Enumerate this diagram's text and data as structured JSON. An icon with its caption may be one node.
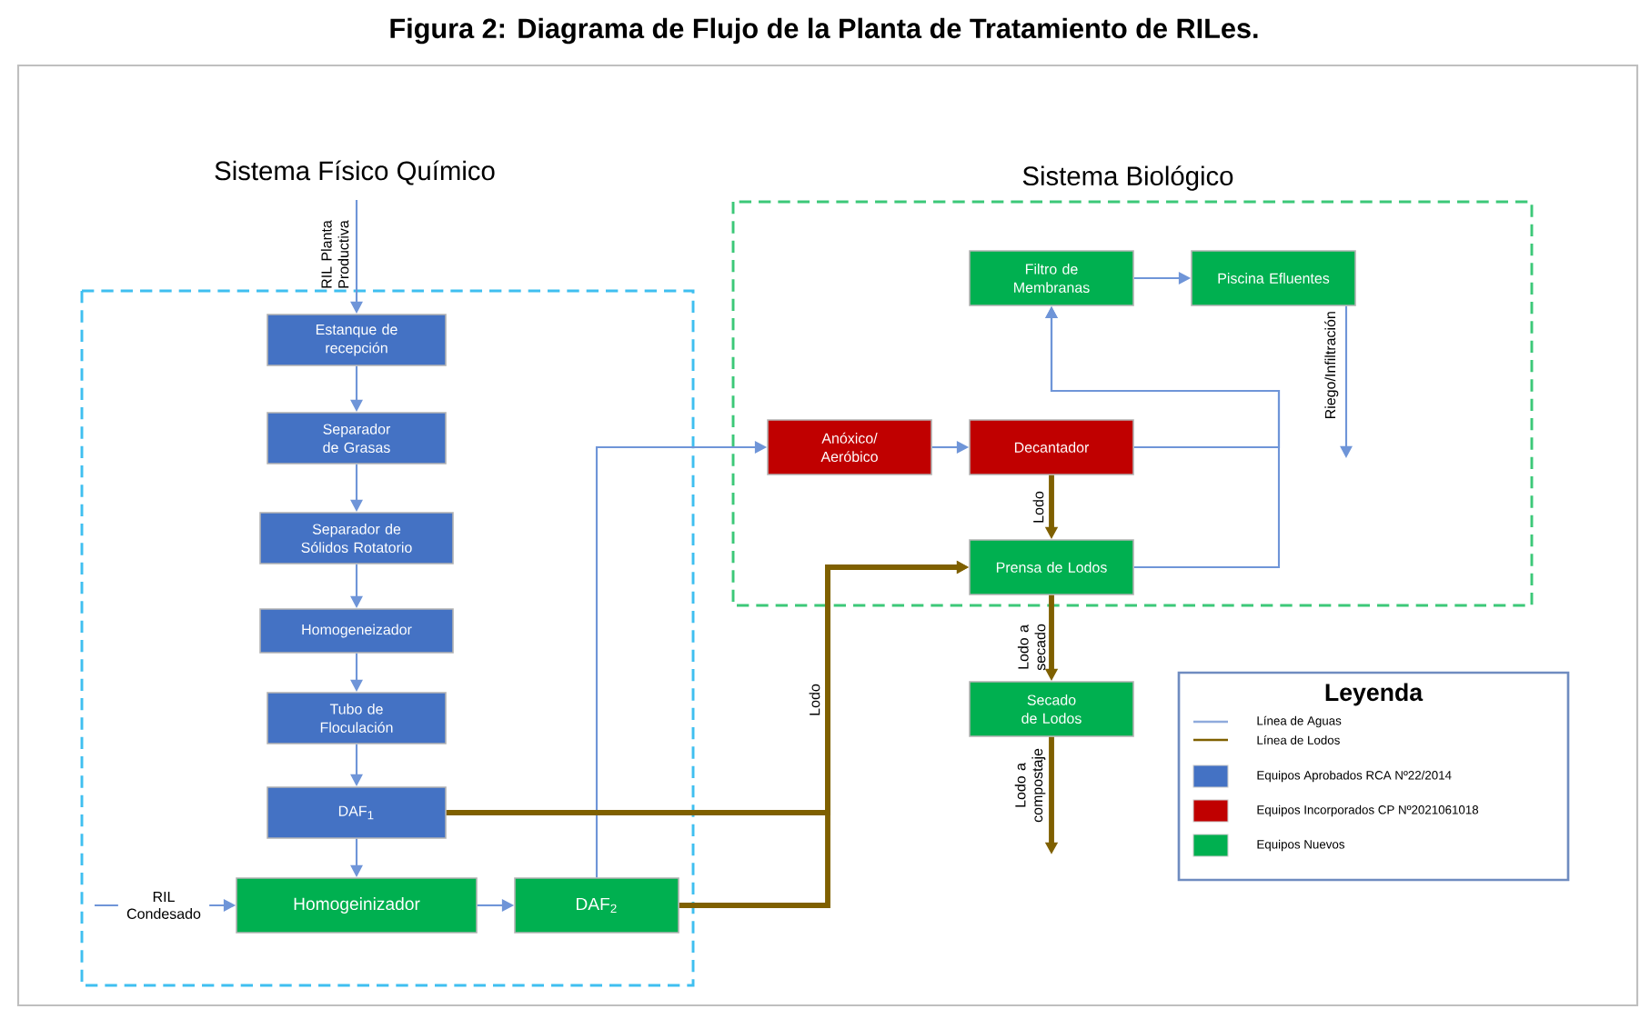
{
  "diagram": {
    "title": "Figura 2: Diagrama de Flujo de la Planta de Tratamiento de RILes.",
    "nodes": [
      {
        "text": [
          "Sistema Físico Químico"
        ]
      },
      {
        "text": [
          "Estanque de recepción"
        ],
        "in": 0
      },
      {
        "text": [
          "Separador de Grasas"
        ],
        "in": 0
      },
      {
        "text": [
          "Separador de Sólidos Rotatorio"
        ],
        "in": 0
      },
      {
        "text": [
          "Homogeneizador"
        ],
        "in": 0
      },
      {
        "text": [
          "Tubo de Floculación"
        ],
        "in": 0
      },
      {
        "text": [
          "DAF$_{1}$"
        ],
        "in": 0
      },
      {
        "text": [
          "Homogeinizador"
        ],
        "in": 0
      },
      {
        "text": [
          "DAF$_{2}$"
        ],
        "in": 0
      },
      {
        "text": [
          "Sistema Biológico"
        ]
      },
      {
        "text": [
          "Filtro de Membranas"
        ],
        "in": 9
      },
      {
        "text": [
          "Piscina Efluentes"
        ],
        "in": 9
      },
      {
        "text": [
          "Anóxico/ Aeróbico"
        ],
        "in": 9
      },
      {
        "text": [
          "Decantador"
        ],
        "in": 9
      },
      {
        "text": [
          "Prensa de Lodos"
        ],
        "in": 9
      },
      {
        "text": [
          "Secado de Lodos"
        ]
      }
    ],
    "edges": [
      {
        "from": null,
        "to": 1,
        "arrow": "to",
        "label": "RIL Planta Productiva"
      },
      {
        "from": 1,
        "to": 2,
        "arrow": "to"
      },
      {
        "from": 2,
        "to": 3,
        "arrow": "to"
      },
      {
        "from": 3,
        "to": 4,
        "arrow": "to"
      },
      {
        "from": 4,
        "to": 5,
        "arrow": "to"
      },
      {
        "from": 5,
        "to": 6,
        "arrow": "to"
      },
      {
        "from": 6,
        "to": 7,
        "arrow": "to"
      },
      {
        "from": null,
        "to": 7,
        "arrow": "to",
        "label": "RIL Condesado"
      },
      {
        "from": 7,
        "to": 8,
        "arrow": "to"
      },
      {
        "from": 8,
        "to": 12,
        "arrow": "to"
      },
      {
        "from": 12,
        "to": 13,
        "arrow": "to"
      },
      {
        "from": 13,
        "to": 10,
        "arrow": "to"
      },
      {
        "from": 14,
        "to": 10,
        "arrow": "to"
      },
      {
        "from": 10,
        "to": 11,
        "arrow": "to"
      },
      {
        "from": 11,
        "to": null,
        "arrow": "to",
        "label": "Riego/Infiltración"
      },
      {
        "from": 6,
        "to": 14,
        "arrow": "to",
        "style": "thick",
        "color": "#7f6000"
      },
      {
        "from": 8,
        "to": 14,
        "arrow": "to",
        "style": "thick",
        "color": "#7f6000",
        "label": "Lodo"
      },
      {
        "from": 13,
        "to": 14,
        "arrow": "to",
        "style": "thick",
        "color": "#7f6000",
        "label": "Lodo"
      },
      {
        "from": 14,
        "to": 15,
        "arrow": "to",
        "style": "thick",
        "color": "#7f6000",
        "label": "Lodo a secado"
      },
      {
        "from": 15,
        "to": null,
        "arrow": "to",
        "style": "thick",
        "color": "#7f6000",
        "label": "Lodo a compostaje"
      }
    ],
    "labels": [
      "Leyenda"
    ],
    "legend": [
      {
        "text": "Línea de Aguas"
      },
      {
        "text": "Línea de Lodos"
      },
      {
        "text": "Equipos Aprobados RCA Nº22/2014",
        "color": "#4472c4"
      },
      {
        "text": "Equipos Incorporados CP Nº2021061018",
        "color": "#c00000"
      },
      {
        "text": "Equipos Nuevos",
        "color": "#00b050"
      }
    ]
  }
}
